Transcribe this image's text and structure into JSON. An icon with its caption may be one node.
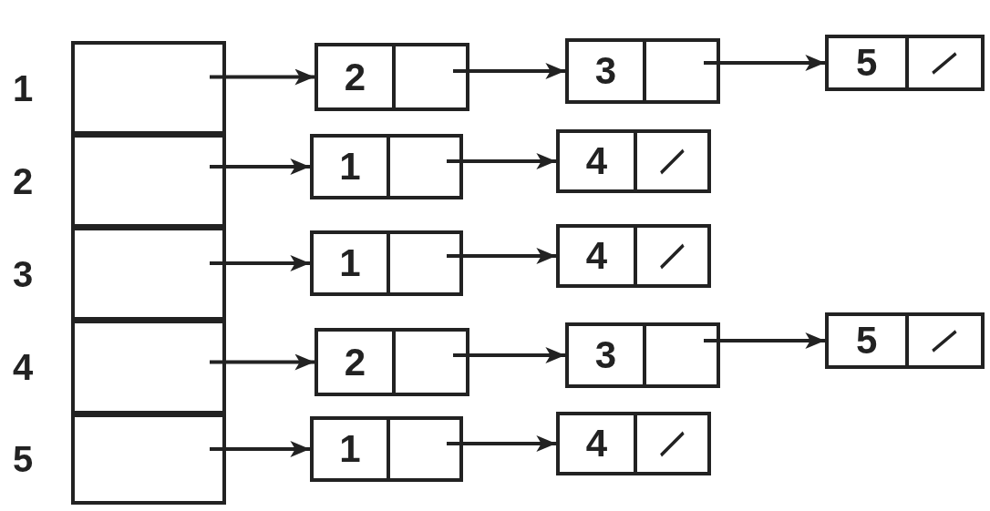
{
  "diagram": {
    "nodes": [
      {
        "text": [],
        "shape": "box",
        "beside": [
          "1"
        ]
      },
      {
        "text": [
          "2"
        ]
      },
      {
        "text": [
          "3"
        ]
      },
      {
        "text": [
          "5"
        ]
      },
      {
        "text": [],
        "shape": "box",
        "beside": [
          "2"
        ]
      },
      {
        "text": [
          "1"
        ]
      },
      {
        "text": [
          "4"
        ]
      },
      {
        "text": [],
        "shape": "box",
        "beside": [
          "3"
        ]
      },
      {
        "text": [
          "1"
        ]
      },
      {
        "text": [
          "4"
        ]
      },
      {
        "text": [],
        "shape": "box",
        "beside": [
          "4"
        ]
      },
      {
        "text": [
          "2"
        ]
      },
      {
        "text": [
          "3"
        ]
      },
      {
        "text": [
          "5"
        ]
      },
      {
        "text": [],
        "shape": "box",
        "beside": [
          "5"
        ]
      },
      {
        "text": [
          "1"
        ]
      },
      {
        "text": [
          "4"
        ]
      }
    ],
    "edges": [
      {
        "from": 0,
        "to": 1,
        "arrow": "to"
      },
      {
        "from": 1,
        "to": 2,
        "arrow": "to"
      },
      {
        "from": 2,
        "to": 3,
        "arrow": "to"
      },
      {
        "from": 4,
        "to": 5,
        "arrow": "to"
      },
      {
        "from": 5,
        "to": 6,
        "arrow": "to"
      },
      {
        "from": 7,
        "to": 8,
        "arrow": "to"
      },
      {
        "from": 8,
        "to": 9,
        "arrow": "to"
      },
      {
        "from": 10,
        "to": 11,
        "arrow": "to"
      },
      {
        "from": 11,
        "to": 12,
        "arrow": "to"
      },
      {
        "from": 12,
        "to": 13,
        "arrow": "to"
      },
      {
        "from": 14,
        "to": 15,
        "arrow": "to"
      },
      {
        "from": 15,
        "to": 16,
        "arrow": "to"
      }
    ]
  }
}
